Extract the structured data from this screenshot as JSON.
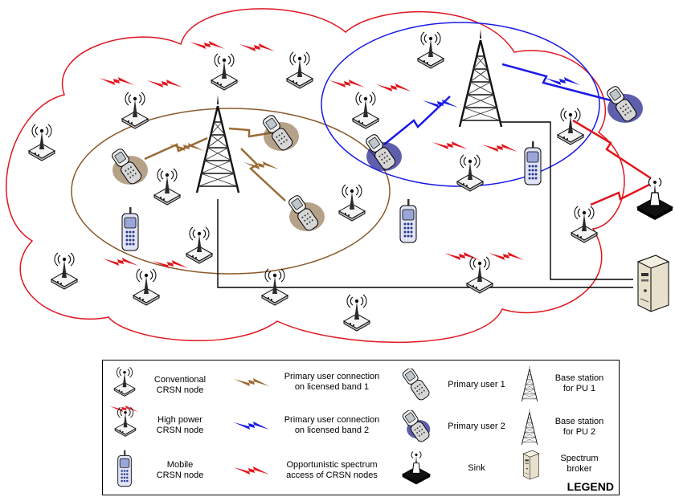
{
  "colors": {
    "outer_cloud": "#e0161f",
    "pu1_cell": "#8b5a2b",
    "pu2_cell": "#1a1ae6",
    "pu1_link": "#9a6a34",
    "pu2_link": "#1a1ae6",
    "opportunistic": "#e0161f",
    "wired": "#000000"
  },
  "icons": {
    "crsn_node": "antenna-node-icon",
    "high_power_node": "high-power-node-icon",
    "mobile_node": "mobile-phone-icon",
    "primary_user": "flip-phone-icon",
    "base_station": "lattice-tower-icon",
    "sink": "sink-icon",
    "broker": "server-icon"
  },
  "legend": {
    "title": "LEGEND",
    "conventional": "Conventional\nCRSN node",
    "high_power": "High power\nCRSN node",
    "mobile": "Mobile\nCRSN node",
    "pu_conn_1": "Primary user connection\non licensed band 1",
    "pu_conn_2": "Primary user connection\non licensed band 2",
    "opportunistic": "Opportunistic spectrum\naccess of CRSN nodes",
    "pu1": "Primary user 1",
    "pu2": "Primary user 2",
    "sink": "Sink",
    "bs1": "Base station\nfor PU 1",
    "bs2": "Base station\nfor PU 2",
    "broker": "Spectrum\nbroker"
  }
}
